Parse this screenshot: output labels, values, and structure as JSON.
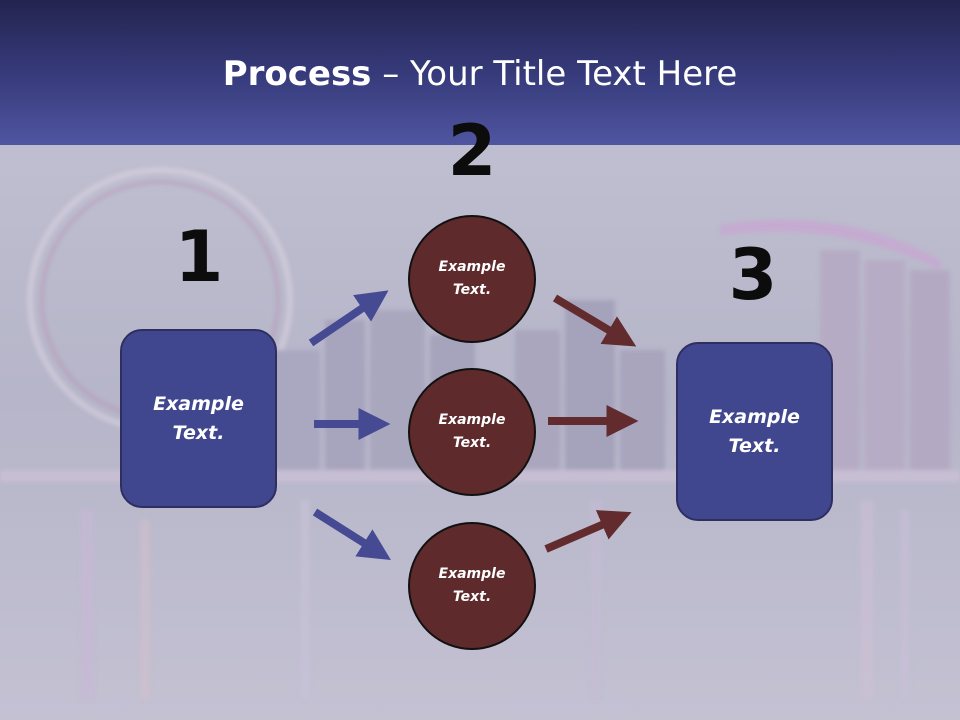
{
  "title": {
    "bold": "Process",
    "rest": " – Your Title Text Here"
  },
  "steps": {
    "one": {
      "number": "1",
      "box_text": "Example Text."
    },
    "two": {
      "number": "2",
      "circles": [
        "Example Text.",
        "Example Text.",
        "Example Text."
      ]
    },
    "three": {
      "number": "3",
      "box_text": "Example Text."
    }
  },
  "colors": {
    "header": "#363a7a",
    "box": "#41478f",
    "circle": "#5e2a2c",
    "blue_arrow": "#454a93",
    "red_arrow": "#622b2d"
  }
}
